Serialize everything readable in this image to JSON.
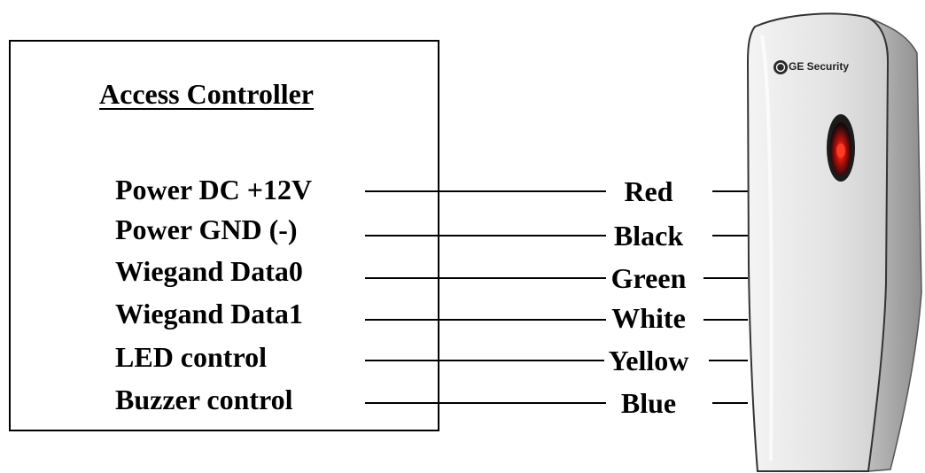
{
  "controller": {
    "title": "Access Controller"
  },
  "terminals": [
    {
      "label": "Power DC +12V",
      "wire": "Red"
    },
    {
      "label": "Power GND (-)",
      "wire": "Black"
    },
    {
      "label": "Wiegand Data0",
      "wire": "Green"
    },
    {
      "label": "Wiegand Data1",
      "wire": "White"
    },
    {
      "label": "LED control",
      "wire": "Yellow"
    },
    {
      "label": "Buzzer control",
      "wire": "Blue"
    }
  ],
  "reader": {
    "brand": "GE Security",
    "logo_icon": "ge-logo-icon",
    "led_color": "#d81a10",
    "body_color": "#e2e2e2"
  }
}
